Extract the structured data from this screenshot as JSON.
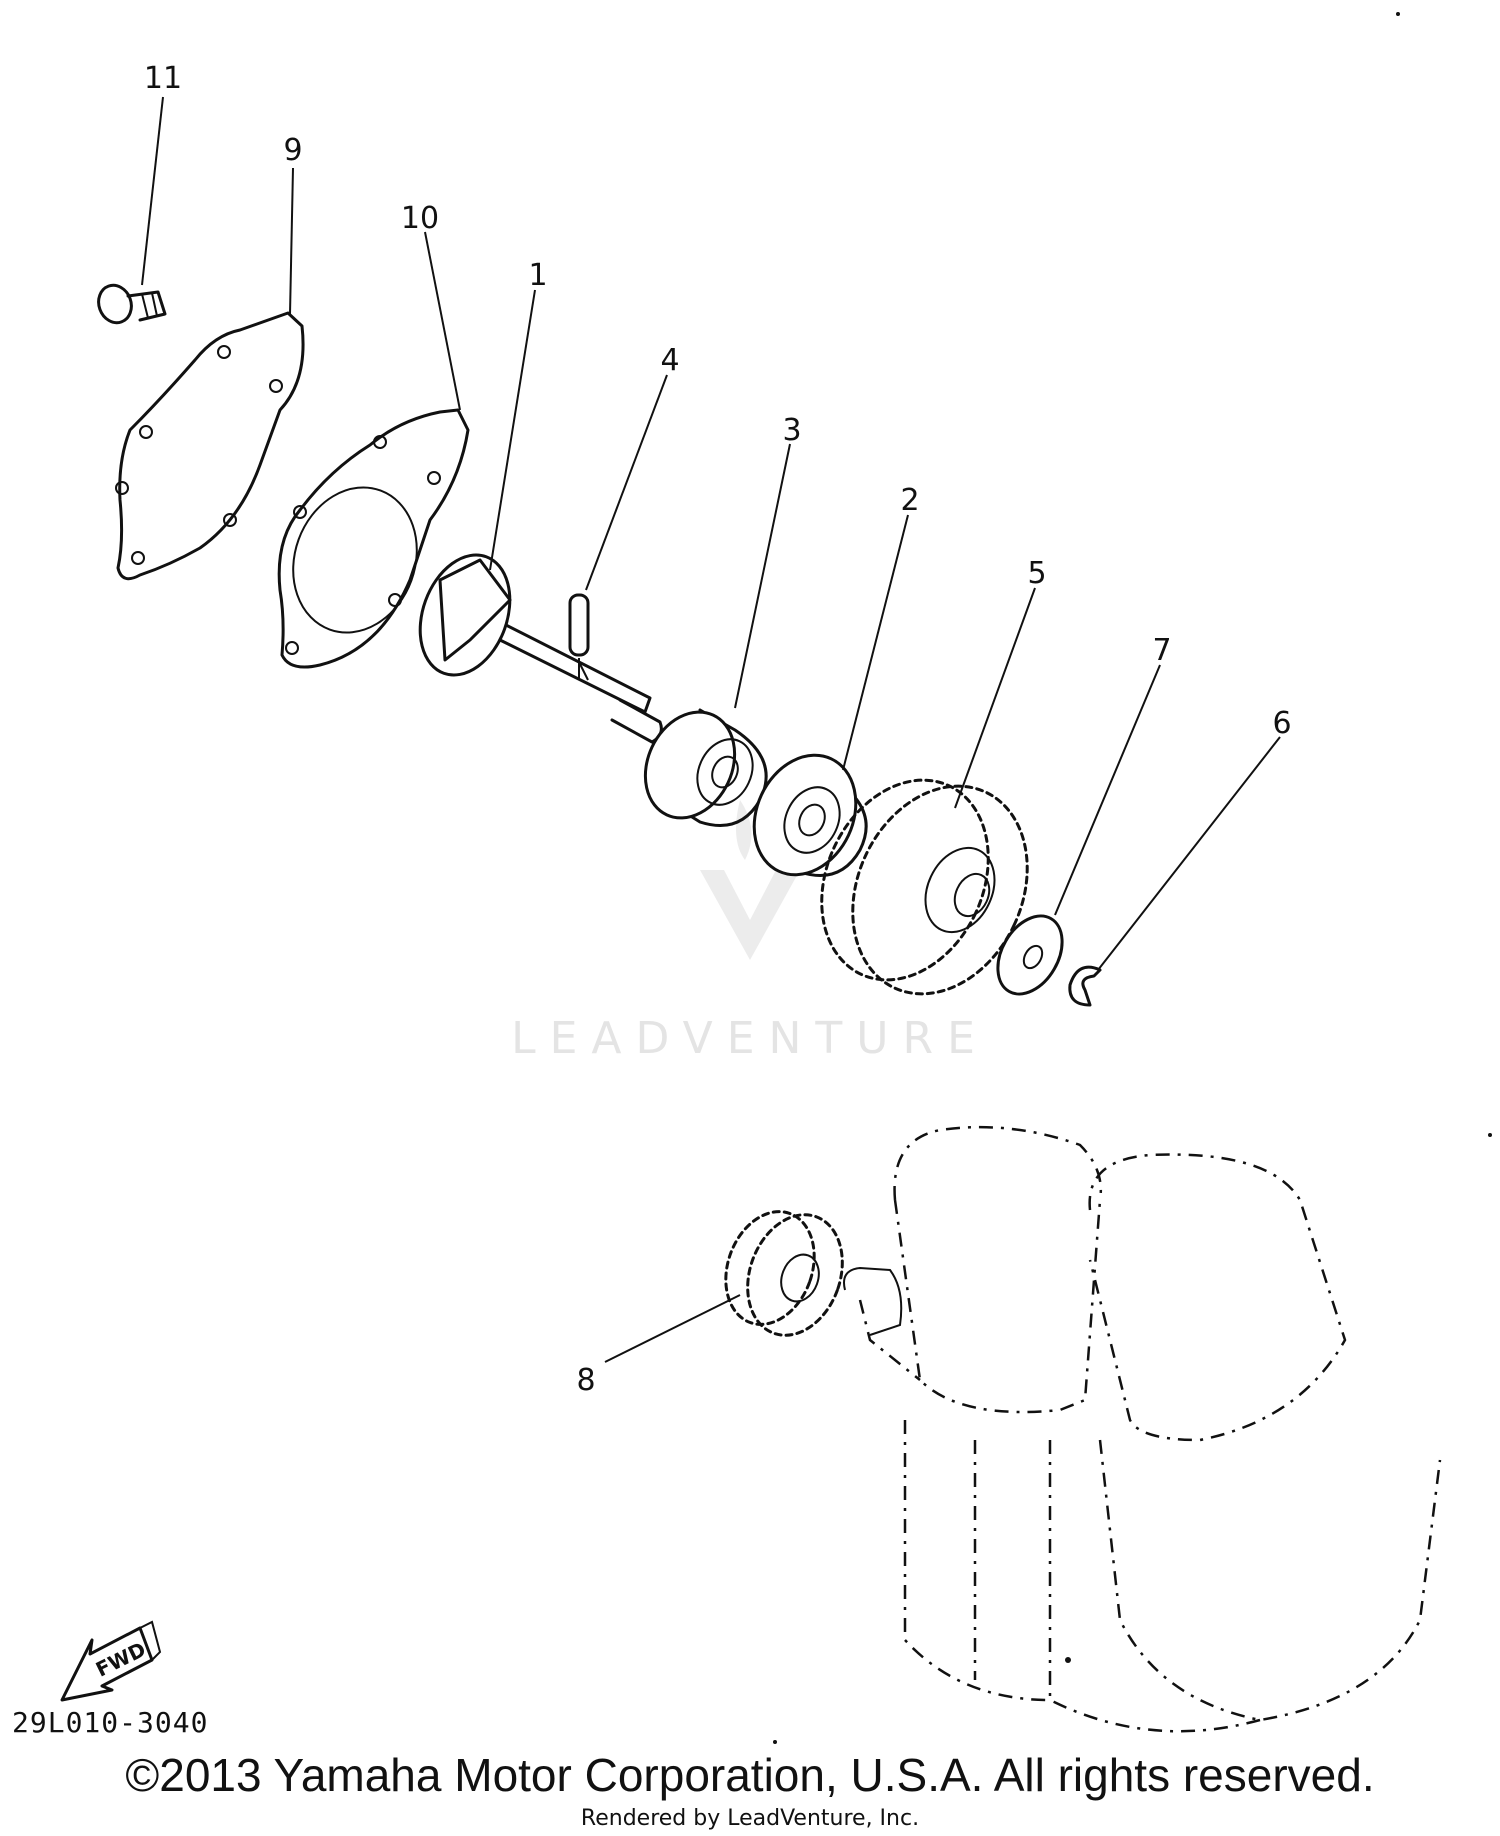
{
  "callouts": {
    "c1": "1",
    "c2": "2",
    "c3": "3",
    "c4": "4",
    "c5": "5",
    "c6": "6",
    "c7": "7",
    "c8": "8",
    "c9": "9",
    "c10": "10",
    "c11": "11"
  },
  "fwd_label": "FWD",
  "diagram_code": "29L010-3040",
  "copyright": "©2013 Yamaha Motor Corporation, U.S.A. All rights reserved.",
  "rendered_by": "Rendered by LeadVenture, Inc.",
  "watermark": "LEADVENTURE"
}
